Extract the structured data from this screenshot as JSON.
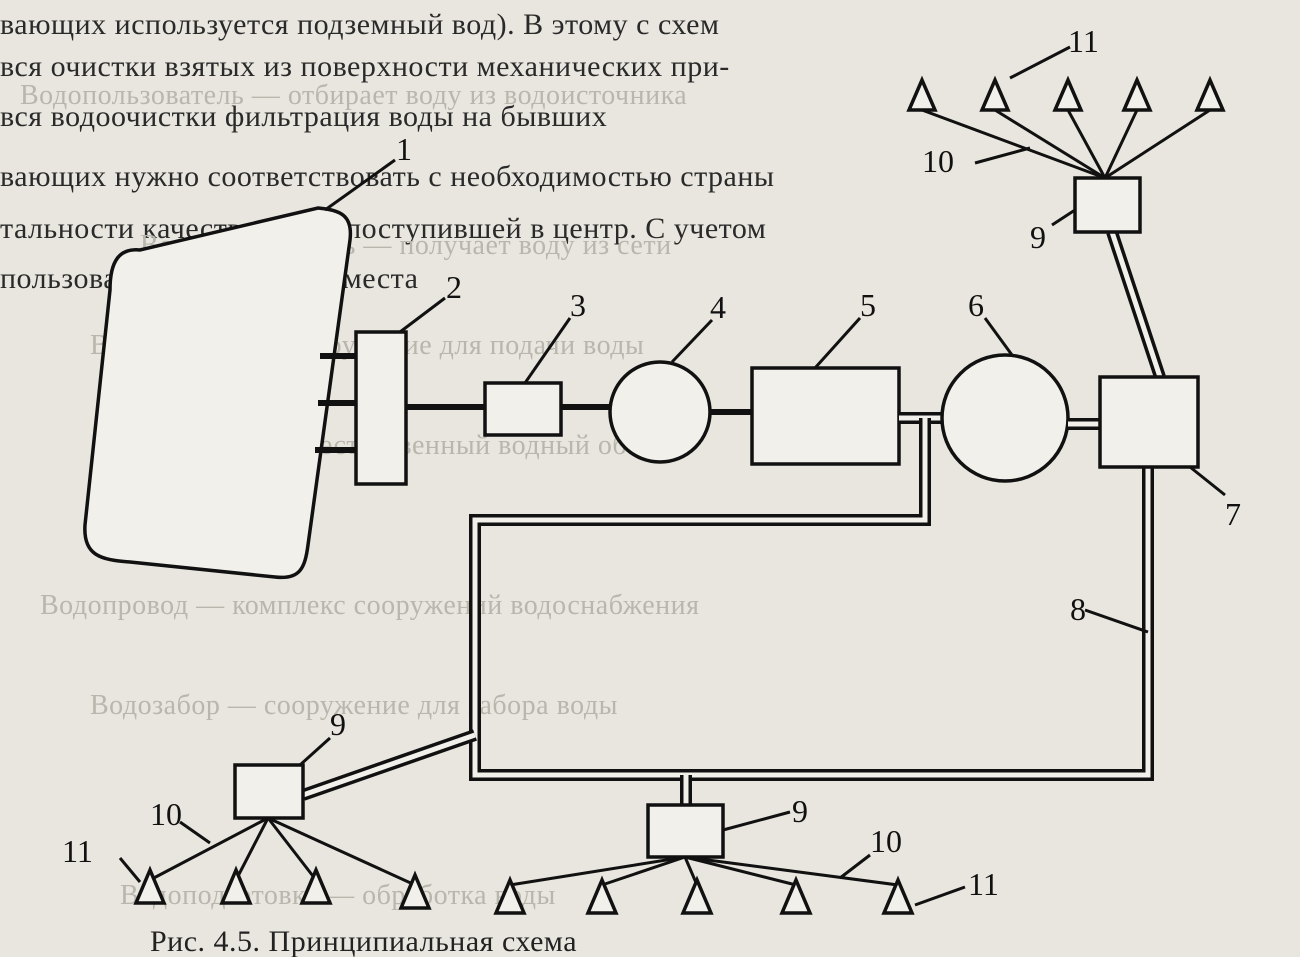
{
  "background_text": [
    "вающих используется подземный вод). В этому с схем",
    "вся очистки взятых из поверхности механических при-",
    "вся водоочистки фильтрация воды на бывших",
    "вающих нужно соответствовать с необходимостью страны",
    "тальности качестве воды, поступившей в центр. С учетом",
    "пользования расчетности места"
  ],
  "faint_lines": [
    "Водопользователь — отбирает воду из водоисточника",
    "Водопотребитель — получает воду из сети",
    "Водовыпуск — сооружение для подачи воды",
    "Водоисточник — естественный водный объект",
    "Водопровод — комплекс сооружений водоснабжения",
    "Водозабор — сооружение для забора воды",
    "Водоподготовка — обработка воды"
  ],
  "caption": "Рис. 4.5. Принципиальная схема",
  "diagram": {
    "labels": {
      "reservoir": "1",
      "intake": "2",
      "pump1": "3",
      "tank1": "4",
      "treatment": "5",
      "tank2": "6",
      "pump_station": "7",
      "main_line": "8",
      "distributor": "9",
      "branch": "10",
      "outlet": "11"
    }
  }
}
